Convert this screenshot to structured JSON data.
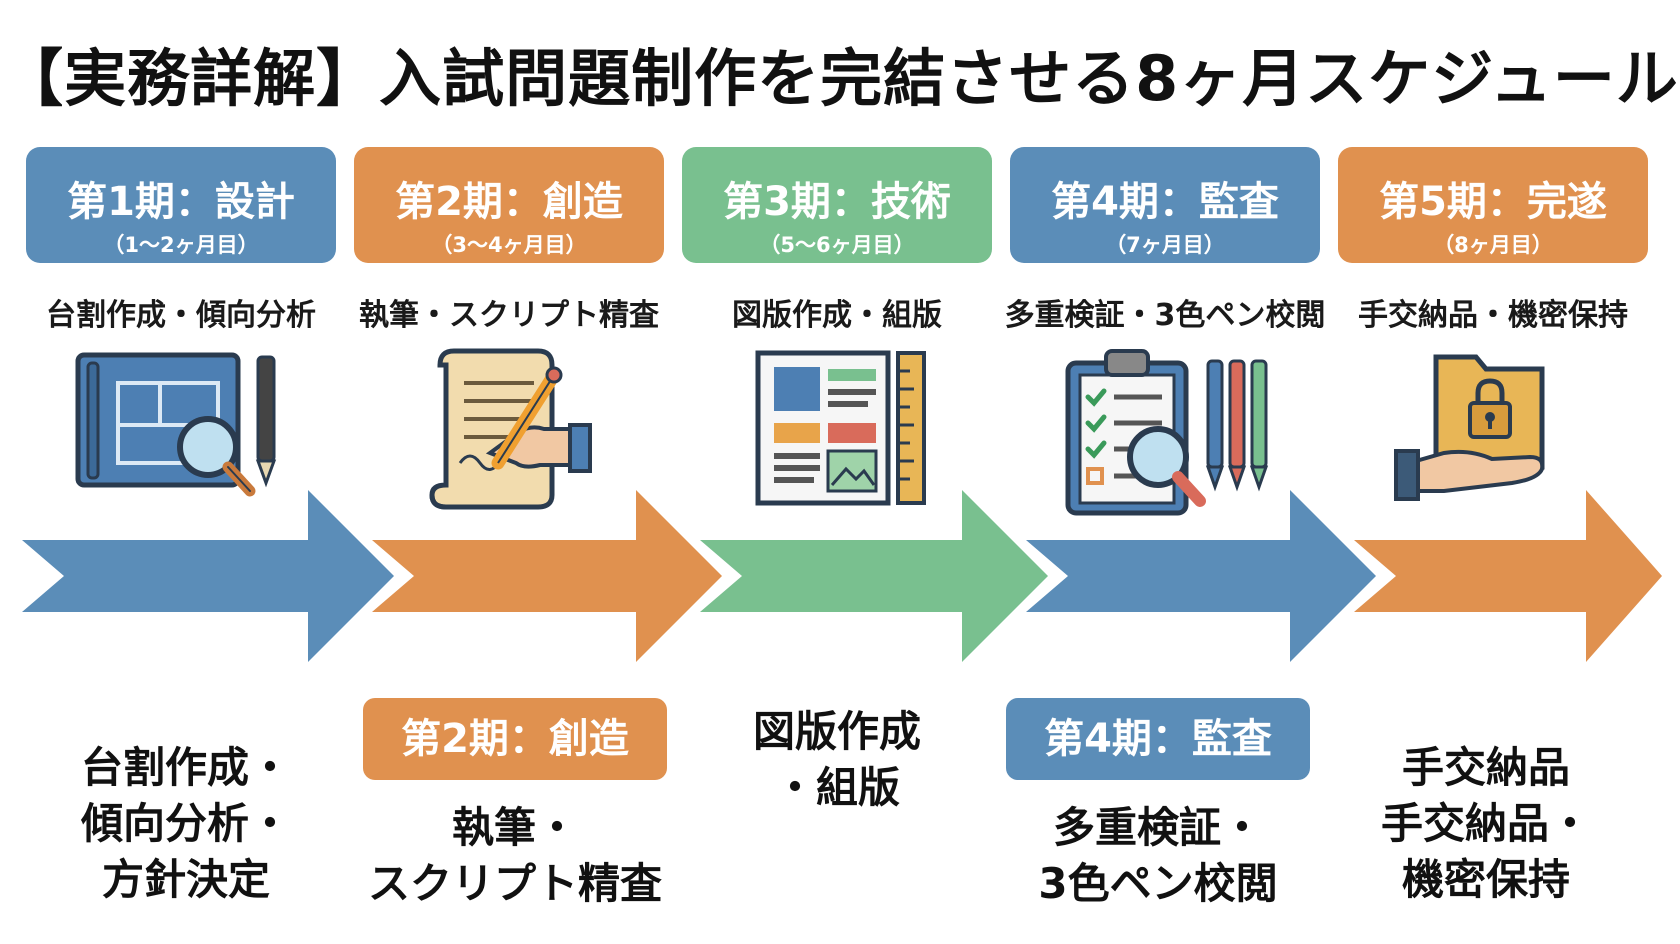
{
  "title": "【実務詳解】入試問題制作を完結させる8ヶ月スケジュール",
  "colors": {
    "blue": "#5b8db8",
    "orange": "#e0914f",
    "green": "#79c08f"
  },
  "phases": [
    {
      "title": "第1期：設計",
      "period": "（1〜2ヶ月目）",
      "task": "台割作成・傾向分析",
      "icon": "blueprint-magnifier-icon"
    },
    {
      "title": "第2期：創造",
      "period": "（3〜4ヶ月目）",
      "task": "執筆・スクリプト精査",
      "icon": "scroll-pencil-hand-icon"
    },
    {
      "title": "第3期：技術",
      "period": "（5〜6ヶ月目）",
      "task": "図版作成・組版",
      "icon": "page-layout-ruler-icon"
    },
    {
      "title": "第4期：監査",
      "period": "（7ヶ月目）",
      "task": "多重検証・3色ペン校閲",
      "icon": "clipboard-checklist-pens-icon"
    },
    {
      "title": "第5期：完遂",
      "period": "（8ヶ月目）",
      "task": "手交納品・機密保持",
      "icon": "hand-locked-folder-icon"
    }
  ],
  "bottom": {
    "col1": [
      "台割作成・",
      "傾向分析・",
      "方針決定"
    ],
    "col2_label": "第2期：創造",
    "col2": [
      "執筆・",
      "スクリプト精査"
    ],
    "col3": [
      "図版作成",
      "・組版"
    ],
    "col4_label": "第4期：監査",
    "col4": [
      "多重検証・",
      "3色ペン校閲"
    ],
    "col5": [
      "手交納品",
      "手交納品・",
      "機密保持"
    ]
  }
}
